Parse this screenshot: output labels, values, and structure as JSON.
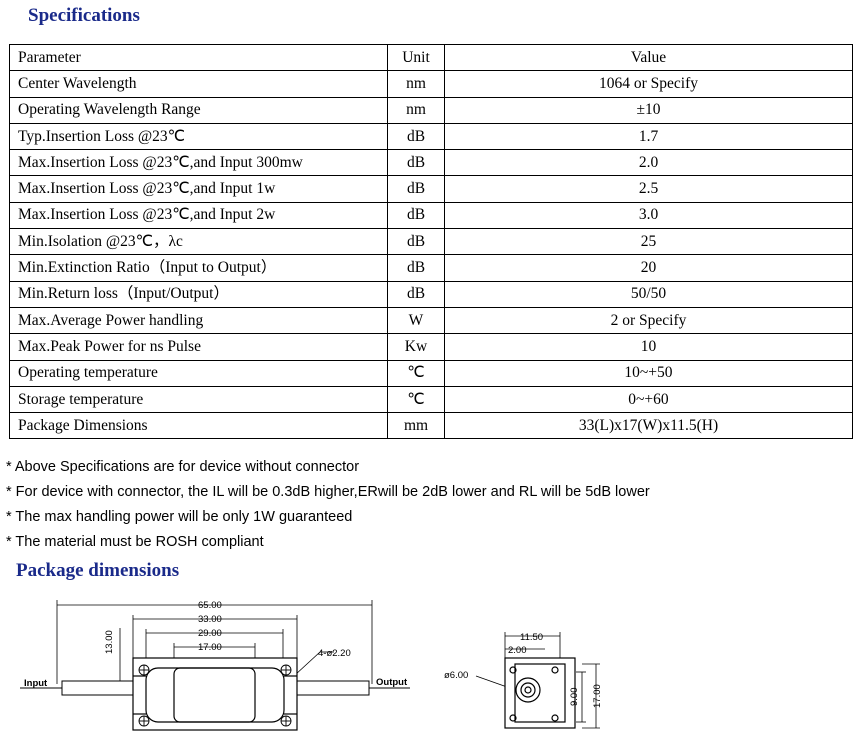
{
  "spec_heading": "Specifications",
  "pkg_heading": "Package dimensions",
  "table": {
    "header": {
      "param": "Parameter",
      "unit": "Unit",
      "value": "Value"
    },
    "rows": [
      {
        "param": "Center  Wavelength",
        "unit": "nm",
        "value": "1064 or Specify"
      },
      {
        "param": "Operating  Wavelength  Range",
        "unit": "nm",
        "value": "±10"
      },
      {
        "param": "Typ.Insertion Loss @23℃",
        "unit": "dB",
        "value": "1.7"
      },
      {
        "param": "Max.Insertion Loss @23℃,and Input 300mw",
        "unit": "dB",
        "value": "2.0"
      },
      {
        "param": "Max.Insertion Loss @23℃,and Input 1w",
        "unit": "dB",
        "value": "2.5"
      },
      {
        "param": "Max.Insertion Loss @23℃,and Input 2w",
        "unit": "dB",
        "value": "3.0"
      },
      {
        "param": "Min.Isolation @23℃，λc",
        "unit": "dB",
        "value": "25"
      },
      {
        "param": "Min.Extinction Ratio（Input to Output）",
        "unit": "dB",
        "value": "20"
      },
      {
        "param": "Min.Return loss（Input/Output）",
        "unit": "dB",
        "value": "50/50"
      },
      {
        "param": "Max.Average  Power  handling",
        "unit": "W",
        "value": "2 or Specify"
      },
      {
        "param": "Max.Peak  Power for ns Pulse",
        "unit": "Kw",
        "value": "10"
      },
      {
        "param": "Operating  temperature",
        "unit": "℃",
        "value": "10~+50"
      },
      {
        "param": "Storage  temperature",
        "unit": "℃",
        "value": "0~+60"
      },
      {
        "param": "Package  Dimensions",
        "unit": "mm",
        "value": "33(L)x17(W)x11.5(H)"
      }
    ]
  },
  "notes": [
    "* Above Specifications are for device without connector",
    "* For device with connector, the IL will be 0.3dB higher,ERwill be 2dB lower and RL will be 5dB lower",
    "* The max handling power will be only  1W guaranteed",
    "* The material must be ROSH compliant"
  ],
  "drawing": {
    "dims": {
      "d65": "65.00",
      "d33": "33.00",
      "d29": "29.00",
      "d17": "17.00",
      "d13": "13.00",
      "hole": "4-ø2.20",
      "d11_5": "11.50",
      "d2": "2.00",
      "d6": "ø6.00",
      "d9": "9.00",
      "d17b": "17.00"
    },
    "input_label": "Input",
    "output_label": "Output"
  }
}
